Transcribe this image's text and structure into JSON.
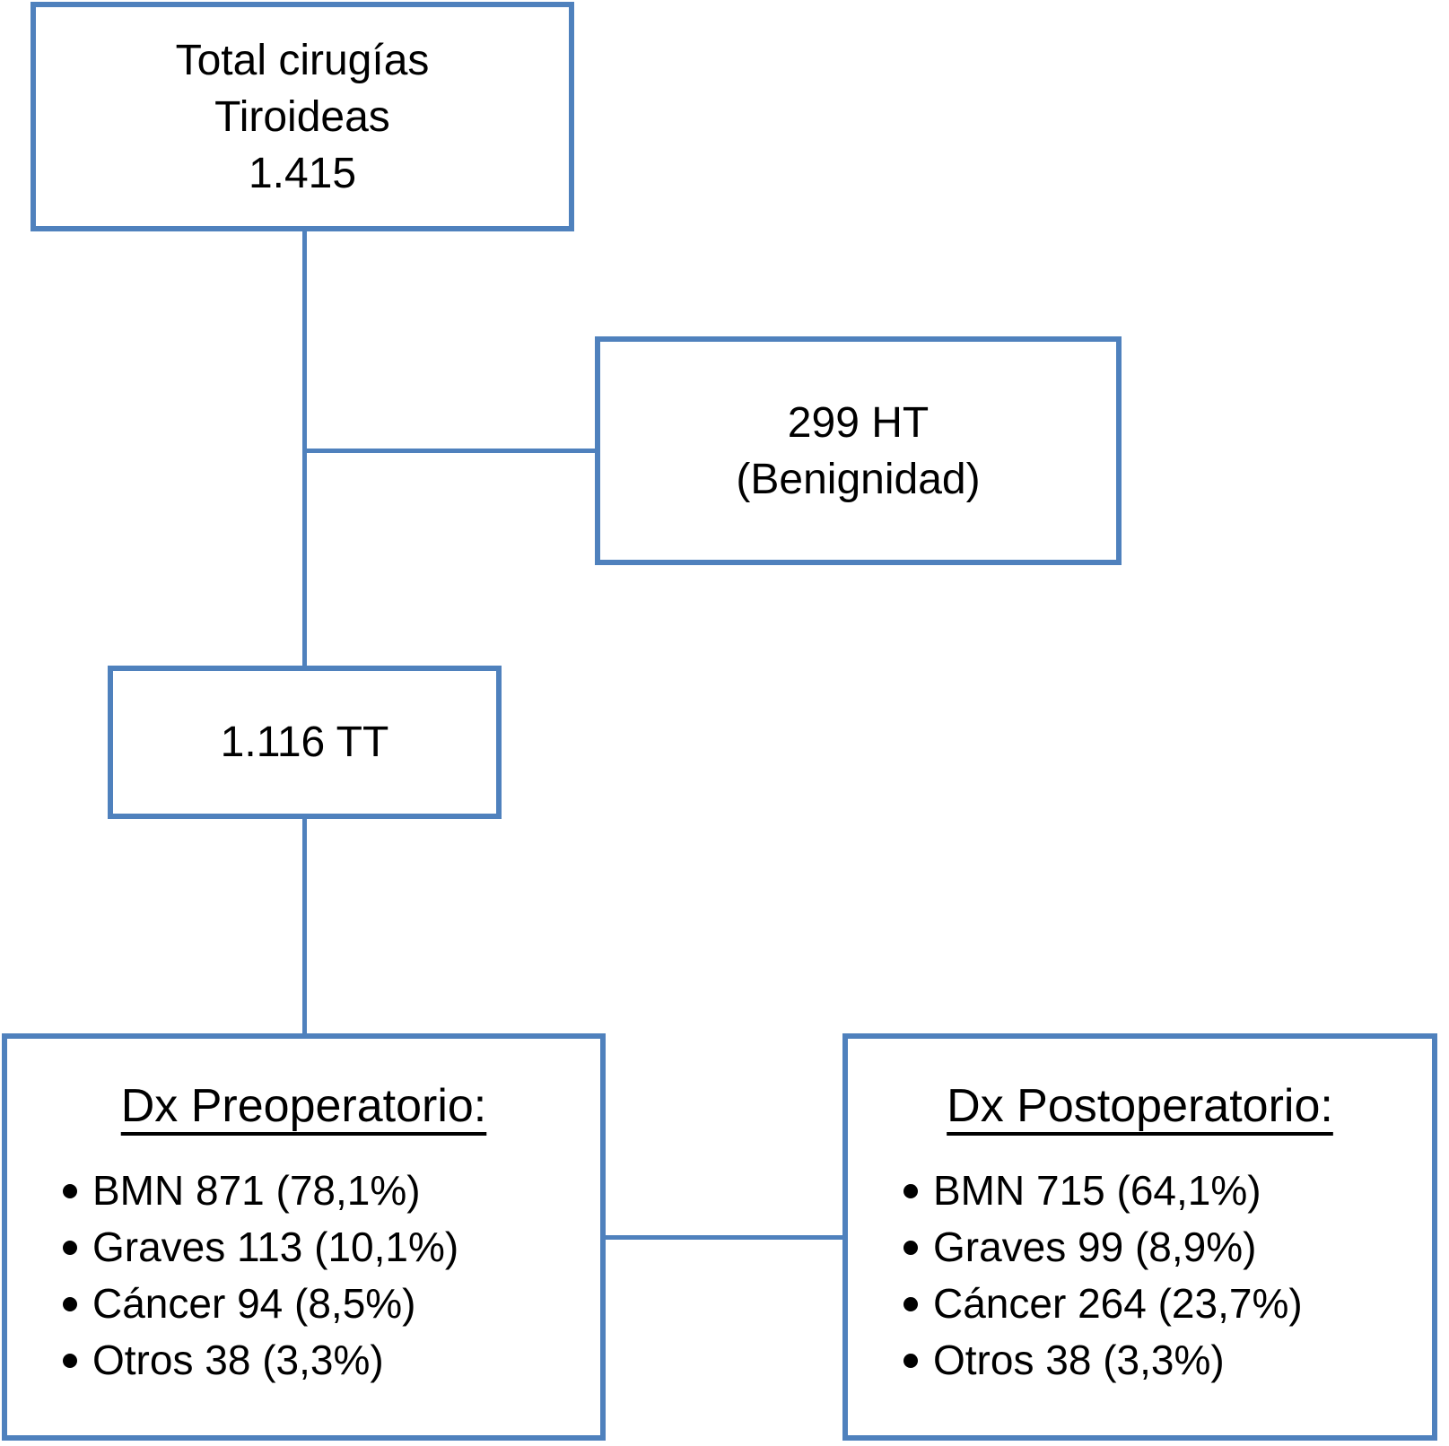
{
  "colors": {
    "accent": "#4F81BD",
    "text": "#000000",
    "background": "#FFFFFF"
  },
  "nodes": {
    "total": {
      "lines": [
        "Total cirugías",
        "Tiroideas",
        "1.415"
      ]
    },
    "ht": {
      "lines": [
        "299 HT",
        "(Benignidad)"
      ]
    },
    "tt": {
      "lines": [
        "1.116 TT"
      ]
    },
    "preop": {
      "title": "Dx Preoperatorio:",
      "items": [
        "BMN 871 (78,1%)",
        "Graves 113 (10,1%)",
        "Cáncer 94 (8,5%)",
        "Otros 38 (3,3%)"
      ]
    },
    "postop": {
      "title": "Dx Postoperatorio:",
      "items": [
        "BMN 715 (64,1%)",
        "Graves 99 (8,9%)",
        "Cáncer 264 (23,7%)",
        "Otros 38 (3,3%)"
      ]
    }
  }
}
